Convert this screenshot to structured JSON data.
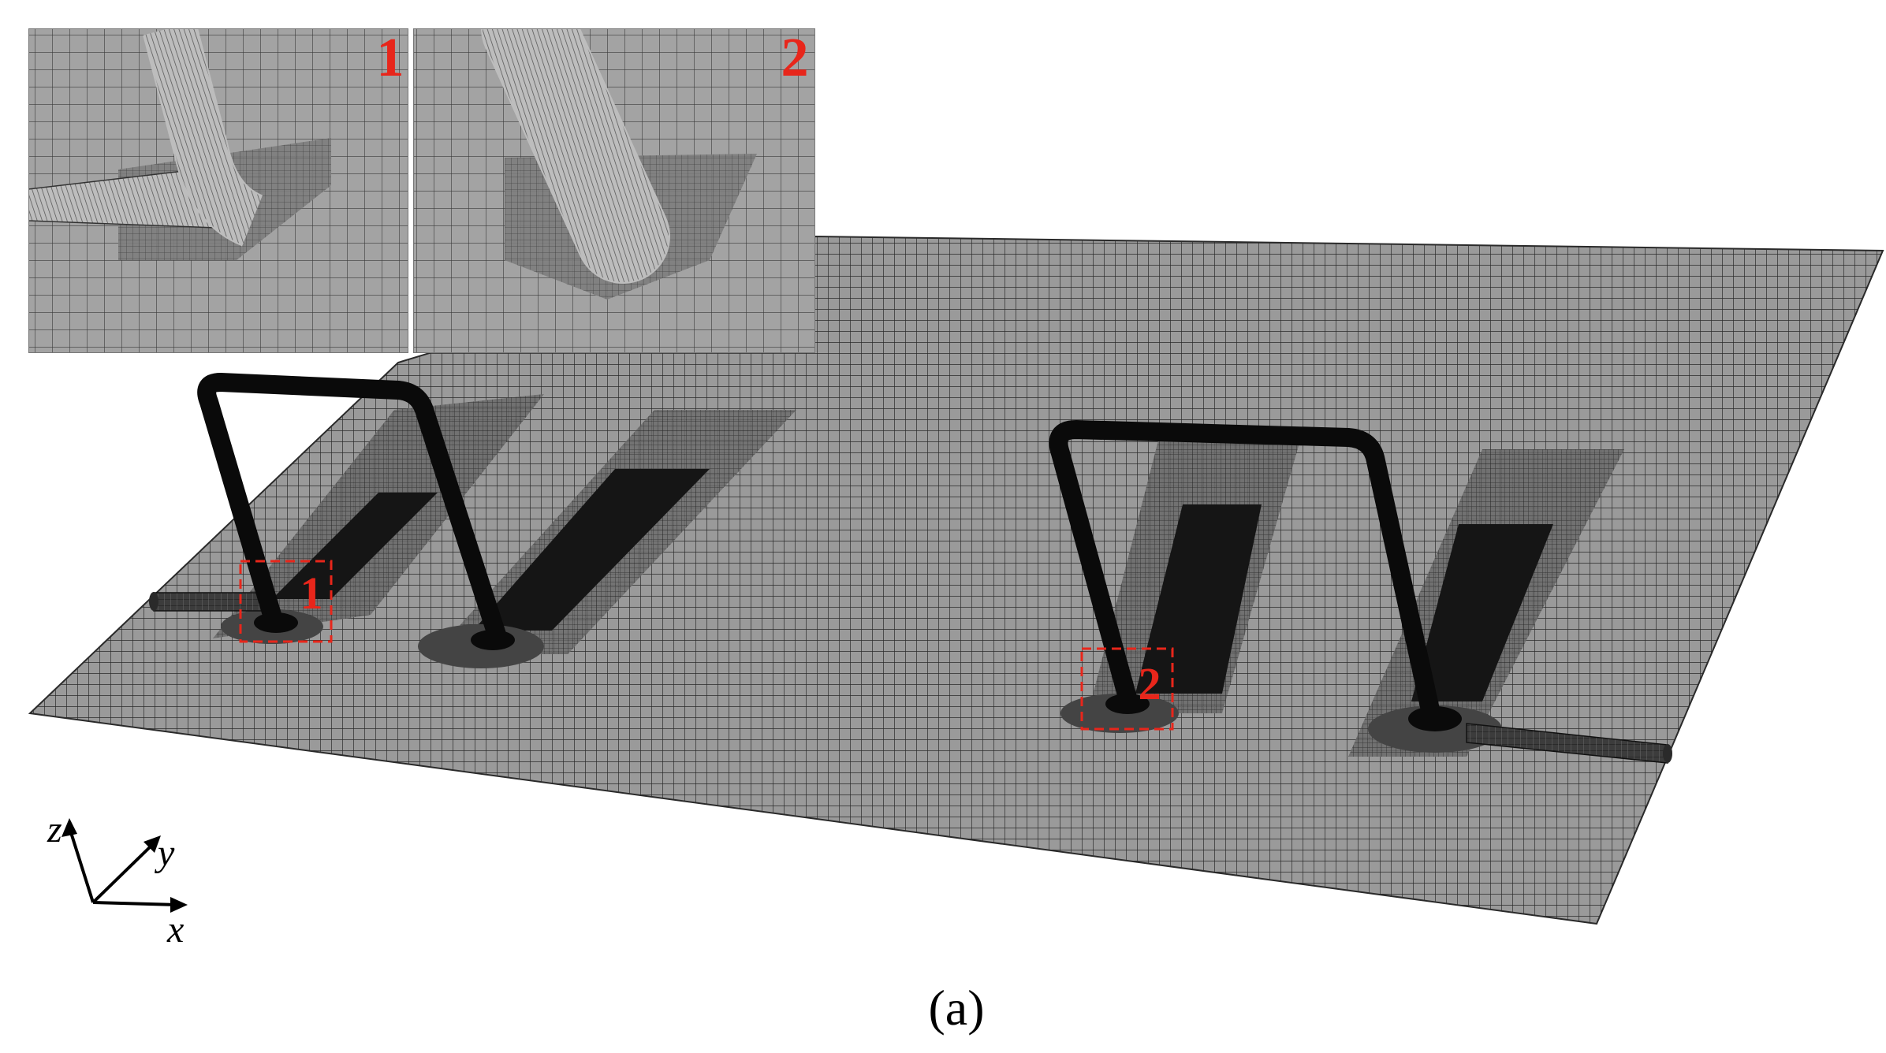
{
  "colors": {
    "mesh_fill": "#9a9a9a",
    "mesh_line": "#2a2a2a",
    "tube": "#0a0a0a",
    "refine_dark": "#151515",
    "refine_mid": "#5a5a5a",
    "highlight": "#e8261b",
    "inset_bg": "#a3a3a3"
  },
  "insets": [
    {
      "label": "1"
    },
    {
      "label": "2"
    }
  ],
  "markers": [
    {
      "label": "1"
    },
    {
      "label": "2"
    }
  ],
  "axes": {
    "z": "z",
    "y": "y",
    "x": "x"
  },
  "caption": "(a)"
}
